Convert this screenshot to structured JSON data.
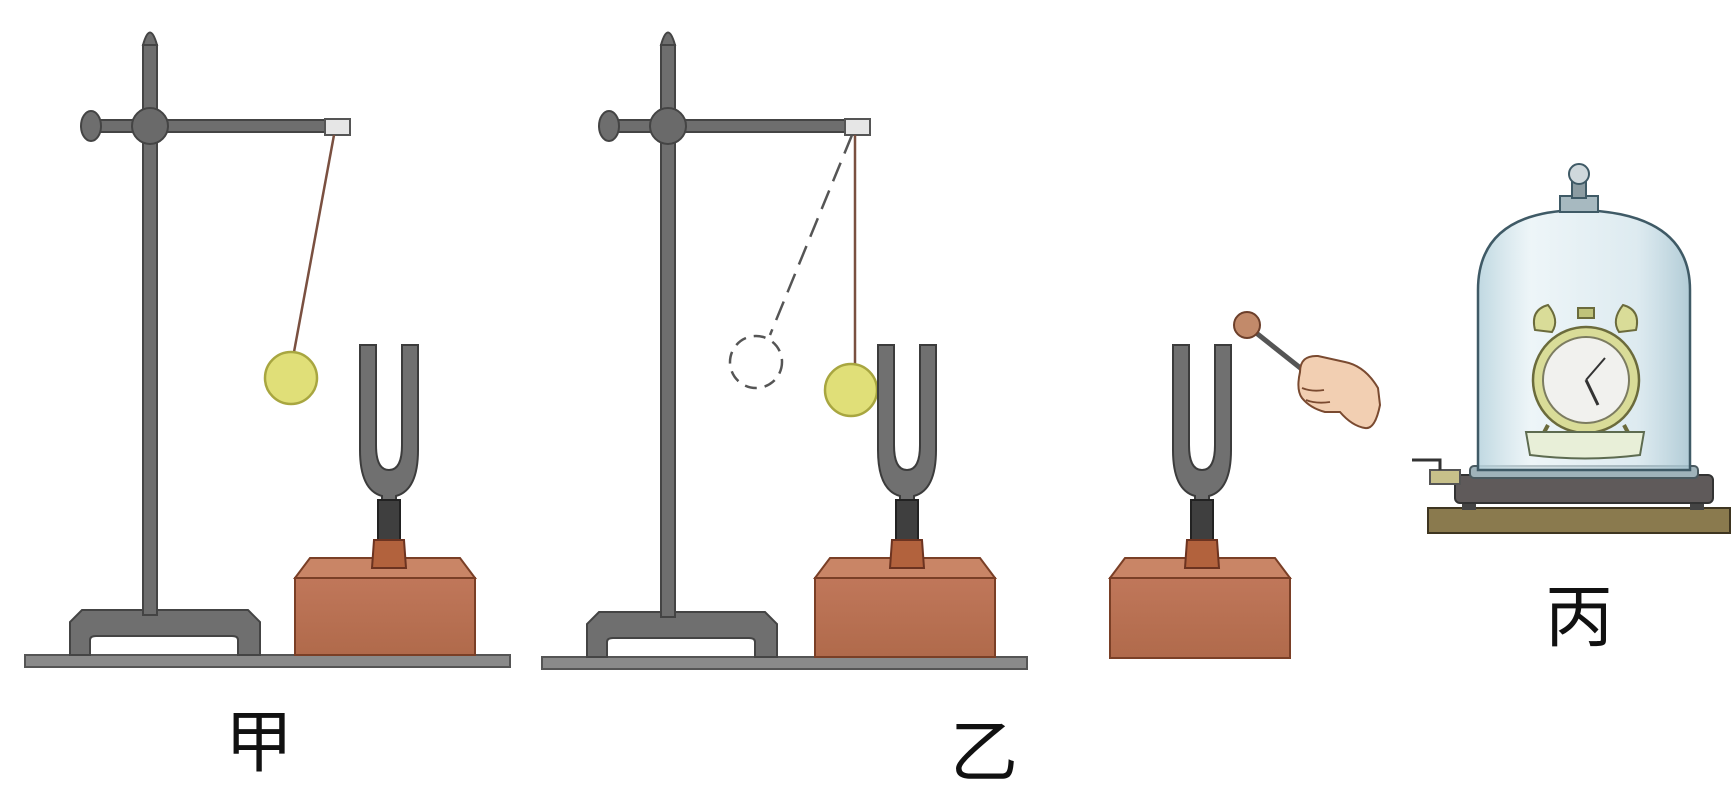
{
  "labels": {
    "jia": "甲",
    "yi": "乙",
    "bing": "丙"
  },
  "colors": {
    "stand": "#707070",
    "stand_dark": "#555555",
    "ball": "#e0df78",
    "ball_stroke": "#a8a640",
    "box": "#b8704f",
    "box_top": "#c98566",
    "box_stroke": "#7a3f26",
    "fork": "#6d6d6d",
    "bell_glass": "#cfe3ea",
    "clock": "#d9dc98"
  },
  "icons": {
    "stand": "iron-stand-icon",
    "pendulum": "pendulum-ball-icon",
    "tuning_fork": "tuning-fork-icon",
    "hammer": "rubber-mallet-icon",
    "hand": "hand-icon",
    "bell_jar": "bell-jar-icon",
    "alarm_clock": "alarm-clock-icon"
  }
}
